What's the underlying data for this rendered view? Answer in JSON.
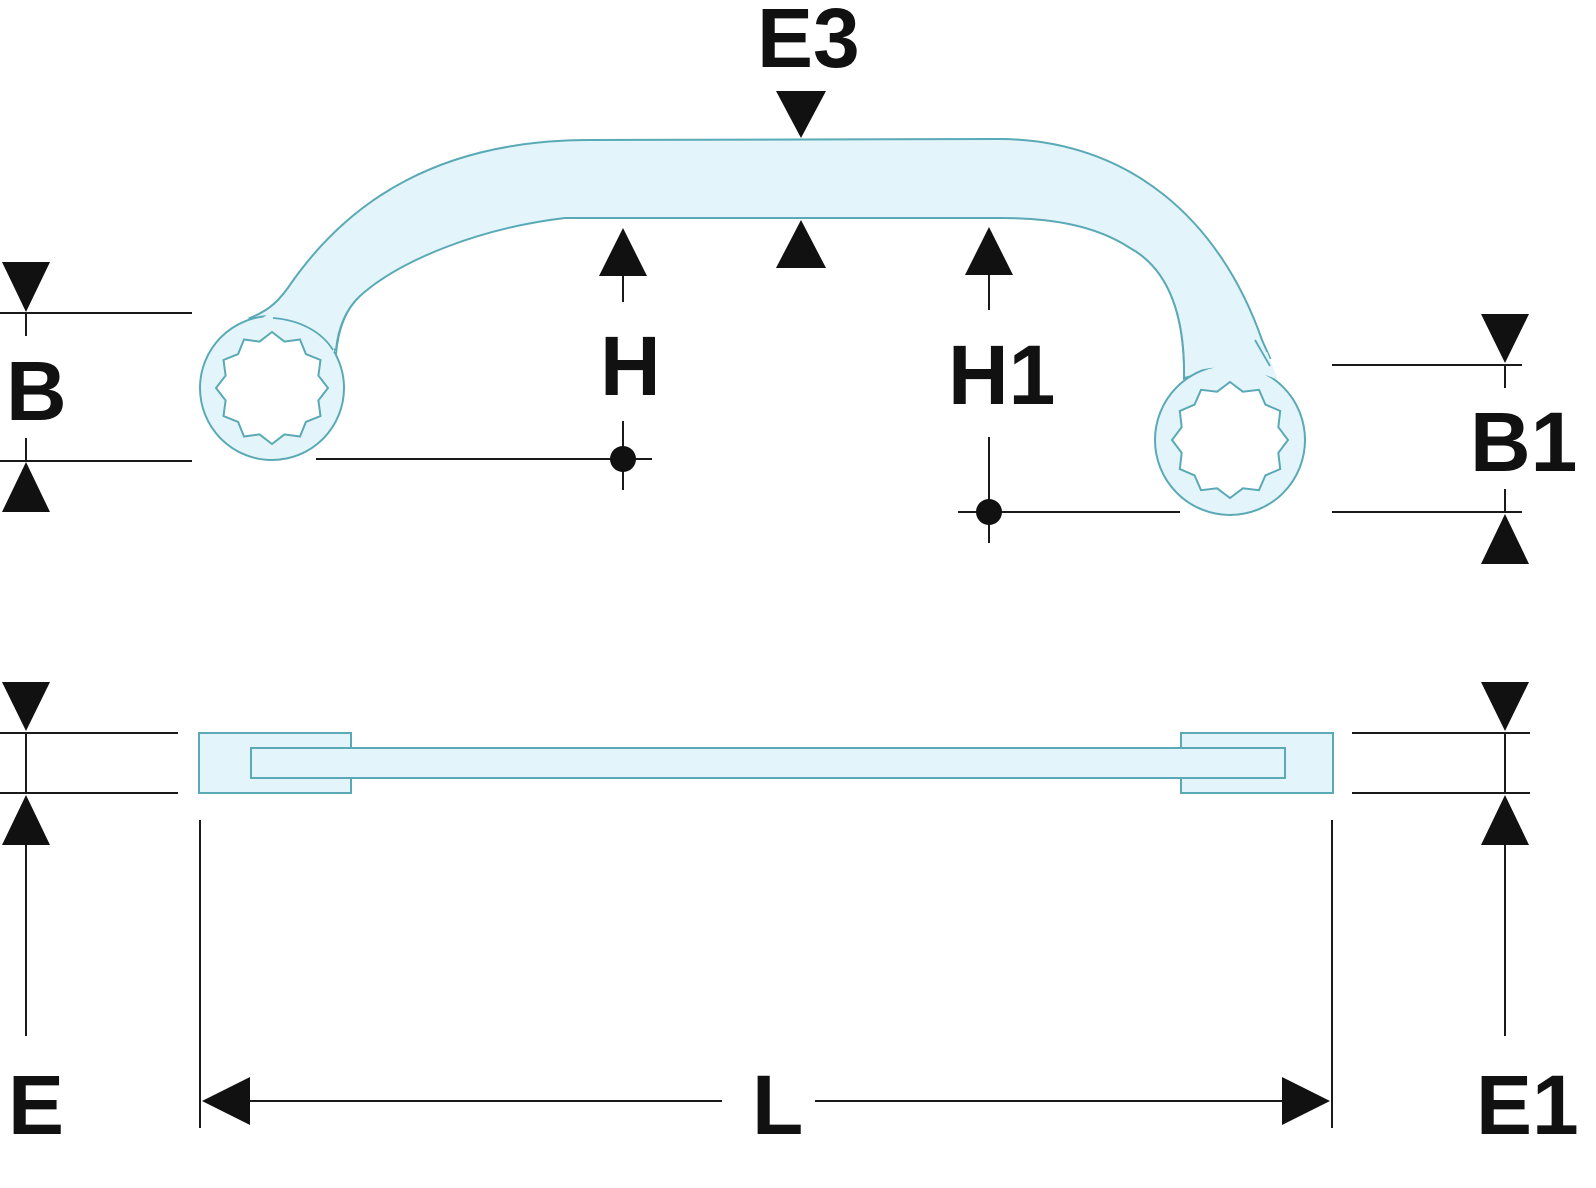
{
  "diagram": {
    "subject": "Half-moon double ring spanner — dimension drawing",
    "labels": {
      "E3": "E3",
      "B": "B",
      "H": "H",
      "H1": "H1",
      "B1": "B1",
      "E": "E",
      "L": "L",
      "E1": "E1"
    },
    "colors": {
      "part_fill": "#e3f5fa",
      "part_stroke": "#5aa9b6",
      "dimension": "#111111",
      "background": "#ffffff"
    },
    "ring_points": 12
  }
}
